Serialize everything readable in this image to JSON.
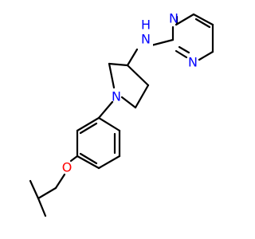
{
  "colors": {
    "bond": "#000000",
    "nitrogen": "#0000ff",
    "oxygen": "#ff0000",
    "background": "#ffffff"
  },
  "atoms": {
    "n_amine": "N",
    "h_amine": "H",
    "n_pyrimidine_1": "N",
    "n_pyrimidine_2": "N",
    "n_pyrrolidine": "N",
    "o_ether": "O"
  }
}
